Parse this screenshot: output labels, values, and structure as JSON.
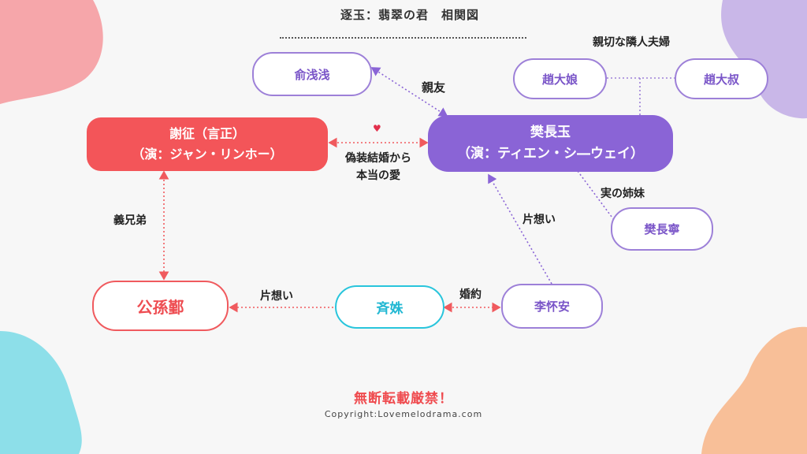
{
  "title": "逐玉：翡翠の君　相関図",
  "nodes": {
    "yu_qianqian": "俞浅浅",
    "zhao_daniang": "趙大娘",
    "zhao_dashu": "趙大叔",
    "xie_zheng": {
      "line1": "謝征（言正）",
      "line2": "（演：ジャン・リンホー）"
    },
    "fan_changyu": {
      "line1": "樊長玉",
      "line2": "（演：ティエン・シ―ウェイ）"
    },
    "fan_changning": "樊長寧",
    "gongsun_yin": "公孫鄞",
    "qi_shu": "斉姝",
    "li_huaian": "李怀安"
  },
  "relations": {
    "kind_neighbors": "親切な隣人夫婦",
    "best_friend": "親友",
    "fake_marriage": [
      "偽装結婚から",
      "本当の愛"
    ],
    "brothers_in_law": "義兄弟",
    "real_sister": "実の姉妹",
    "unrequited_li": "片想い",
    "unrequited_qi": "片想い",
    "engaged": "婚約"
  },
  "footer": {
    "warning": "無断転載厳禁！",
    "copyright": "Copyright:Lovemelodrama.com"
  },
  "colors": {
    "purple": "#8a64d6",
    "red": "#f35559",
    "cyan": "#29c5dc",
    "blob_pink": "#f6a6aa",
    "blob_lavender": "#c9b7e8",
    "blob_cyan": "#8ddfe9",
    "blob_peach": "#f8bf98"
  },
  "icons": [
    "heart-icon"
  ]
}
